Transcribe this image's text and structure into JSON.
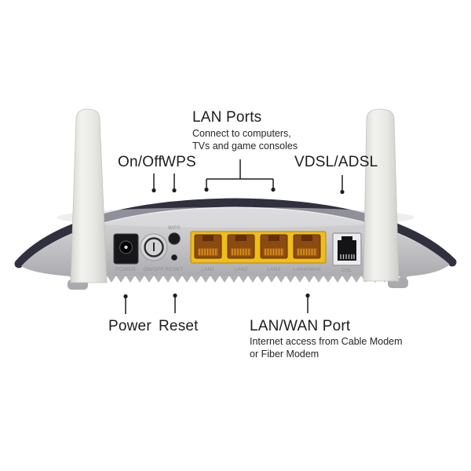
{
  "annotations": {
    "lan_ports": {
      "title": "LAN Ports",
      "desc1": "Connect to computers,",
      "desc2": "TVs and game consoles"
    },
    "on_off": {
      "label": "On/Off"
    },
    "wps": {
      "label": "WPS"
    },
    "vdsl": {
      "label": "VDSL/ADSL"
    },
    "power": {
      "label": "Power"
    },
    "reset": {
      "label": "Reset"
    },
    "lan_wan": {
      "title": "LAN/WAN Port",
      "desc1": "Internet access from Cable Modem",
      "desc2": "or Fiber Modem"
    }
  },
  "rear_panel": {
    "power_label": "POWER",
    "on_off_label": "ON/OFF",
    "wps_label": "WPS",
    "reset_label": "RESET",
    "lan_labels": [
      "LAN1",
      "LAN2",
      "LAN3",
      "LAN4/WAN"
    ],
    "dsl_label": "DSL"
  },
  "colors": {
    "port_yellow": "#f0bd1a",
    "rim_navy": "#30303f",
    "body_silver": "#c6c6c9",
    "callout_ink": "#1d1d1f"
  }
}
